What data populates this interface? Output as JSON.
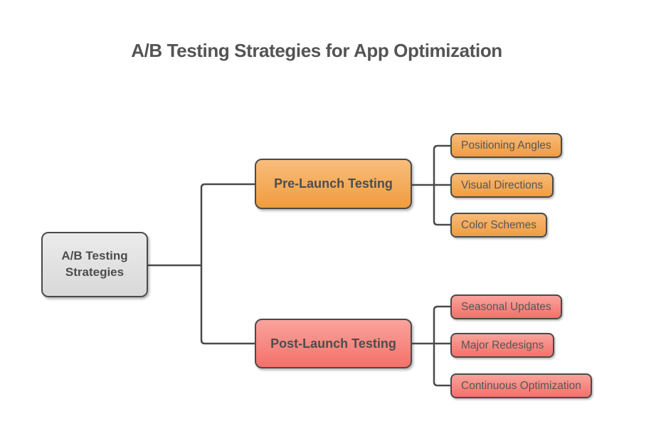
{
  "title": "A/B Testing Strategies for App Optimization",
  "diagram_type": "tree",
  "root": {
    "label": "A/B Testing Strategies"
  },
  "branches": [
    {
      "label": "Pre-Launch Testing",
      "children": [
        "Positioning Angles",
        "Visual Directions",
        "Color Schemes"
      ]
    },
    {
      "label": "Post-Launch Testing",
      "children": [
        "Seasonal Updates",
        "Major Redesigns",
        "Continuous Optimization"
      ]
    }
  ],
  "colors": {
    "background": "#ffffff",
    "title_text": "#545454",
    "node_text": "#4d4d4d",
    "border_and_connectors": "#4a4a4a",
    "root_node_gradient_top": "#ebebeb",
    "root_node_gradient_bottom": "#d9d9d9",
    "pre_launch_gradient_top": "#f9bd7c",
    "pre_launch_gradient_bottom": "#f09c3d",
    "post_launch_gradient_top": "#f9a39c",
    "post_launch_gradient_bottom": "#f4716a"
  }
}
